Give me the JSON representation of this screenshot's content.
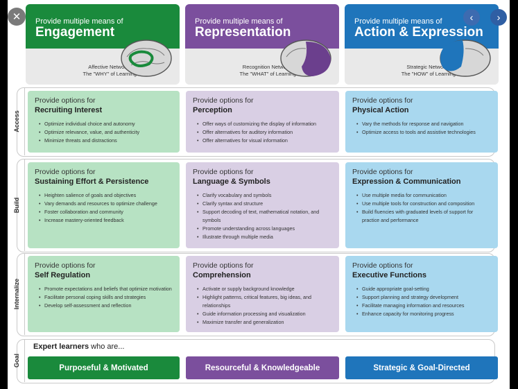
{
  "columns": [
    {
      "pre": "Provide multiple means of",
      "title": "Engagement",
      "network": "Affective Networks",
      "network_sub": "The \"WHY\" of Learning",
      "color": "#1a8a3c"
    },
    {
      "pre": "Provide multiple means of",
      "title": "Representation",
      "network": "Recognition Networks",
      "network_sub": "The \"WHAT\" of Learning",
      "color": "#7b4f9d"
    },
    {
      "pre": "Provide multiple means of",
      "title": "Action & Expression",
      "network": "Strategic Networks",
      "network_sub": "The \"HOW\" of Learning",
      "color": "#1f75bb"
    }
  ],
  "rows": [
    {
      "label": "Access",
      "cells": [
        {
          "pre": "Provide options for",
          "title": "Recruiting Interest",
          "items": [
            "Optimize individual choice and autonomy",
            "Optimize relevance, value, and authenticity",
            "Minimize threats and distractions"
          ]
        },
        {
          "pre": "Provide options for",
          "title": "Perception",
          "items": [
            "Offer ways of customizing the display of information",
            "Offer alternatives for auditory information",
            "Offer alternatives for visual information"
          ]
        },
        {
          "pre": "Provide options for",
          "title": "Physical Action",
          "items": [
            "Vary the methods for response and navigation",
            "Optimize access to tools and assistive technologies"
          ]
        }
      ]
    },
    {
      "label": "Build",
      "cells": [
        {
          "pre": "Provide options for",
          "title": "Sustaining Effort & Persistence",
          "items": [
            "Heighten salience of goals and objectives",
            "Vary demands and resources to optimize challenge",
            "Foster collaboration and community",
            "Increase mastery-oriented feedback"
          ]
        },
        {
          "pre": "Provide options for",
          "title": "Language & Symbols",
          "items": [
            "Clarify vocabulary and symbols",
            "Clarify syntax and structure",
            "Support decoding of text, mathematical notation, and symbols",
            "Promote understanding across languages",
            "Illustrate through multiple media"
          ]
        },
        {
          "pre": "Provide options for",
          "title": "Expression & Communication",
          "items": [
            "Use multiple media for communication",
            "Use multiple tools for construction and composition",
            "Build fluencies with graduated levels of support for practice and performance"
          ]
        }
      ]
    },
    {
      "label": "Internalize",
      "cells": [
        {
          "pre": "Provide options for",
          "title": "Self Regulation",
          "items": [
            "Promote expectations and beliefs that optimize motivation",
            "Facilitate personal coping skills and strategies",
            "Develop self-assessment and reflection"
          ]
        },
        {
          "pre": "Provide options for",
          "title": "Comprehension",
          "items": [
            "Activate or supply background knowledge",
            "Highlight patterns, critical features, big ideas, and relationships",
            "Guide information processing and visualization",
            "Maximize transfer and generalization"
          ]
        },
        {
          "pre": "Provide options for",
          "title": "Executive Functions",
          "items": [
            "Guide appropriate goal-setting",
            "Support planning and strategy development",
            "Facilitate managing information and resources",
            "Enhance capacity for monitoring progress"
          ]
        }
      ]
    }
  ],
  "goal": {
    "label": "Goal",
    "lead_bold": "Expert learners",
    "lead_rest": " who are...",
    "items": [
      "Purposeful & Motivated",
      "Resourceful & Knowledgeable",
      "Strategic & Goal-Directed"
    ]
  },
  "viewer": {
    "close": "✕",
    "prev": "‹",
    "next": "›"
  }
}
